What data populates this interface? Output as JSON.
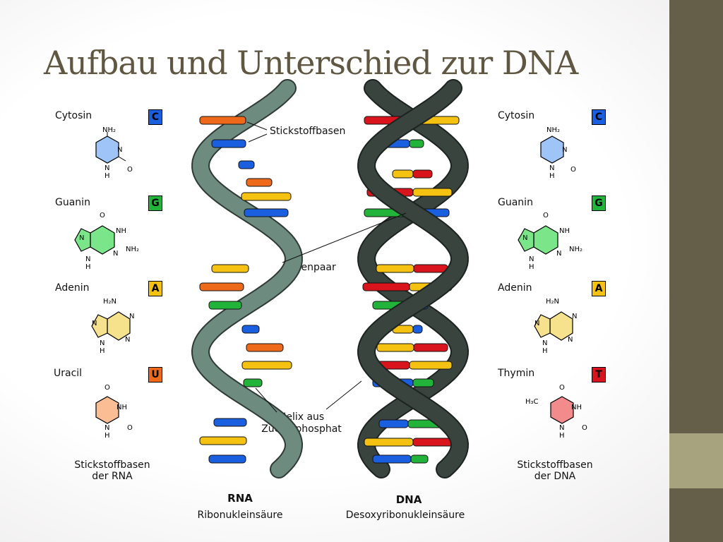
{
  "title": "Aufbau  und Unterschied zur DNA",
  "labels": {
    "stickstoffbasen": "Stickstoffbasen",
    "basenpaar": "Basenpaar",
    "helix_line1": "Helix aus",
    "helix_line2": "Zuckerphosphat"
  },
  "rna": {
    "heading": "RNA",
    "subheading": "Ribonukleinsäure",
    "caption_line1": "Stickstoffbasen",
    "caption_line2": "der RNA",
    "bases": [
      {
        "name": "Cytosin",
        "letter": "C",
        "color": "#1a5fe0"
      },
      {
        "name": "Guanin",
        "letter": "G",
        "color": "#22b43a"
      },
      {
        "name": "Adenin",
        "letter": "A",
        "color": "#f5c211"
      },
      {
        "name": "Uracil",
        "letter": "U",
        "color": "#ee6a1a"
      }
    ]
  },
  "dna": {
    "heading": "DNA",
    "subheading": "Desoxyribonukleinsäure",
    "caption_line1": "Stickstoffbasen",
    "caption_line2": "der DNA",
    "bases": [
      {
        "name": "Cytosin",
        "letter": "C",
        "color": "#1a5fe0"
      },
      {
        "name": "Guanin",
        "letter": "G",
        "color": "#22b43a"
      },
      {
        "name": "Adenin",
        "letter": "A",
        "color": "#f5c211"
      },
      {
        "name": "Thymin",
        "letter": "T",
        "color": "#d9141c"
      }
    ]
  },
  "atoms": {
    "nh2": "NH₂",
    "n": "N",
    "nh": "NH",
    "h": "H",
    "o": "O",
    "h2n": "H₂N",
    "h3c": "H₃C"
  },
  "colors": {
    "rna_strand": "#6e8b80",
    "dna_strand": "#39443f",
    "title": "#5f5742",
    "bar": "#655e49",
    "bar_accent": "#a8a37f"
  }
}
